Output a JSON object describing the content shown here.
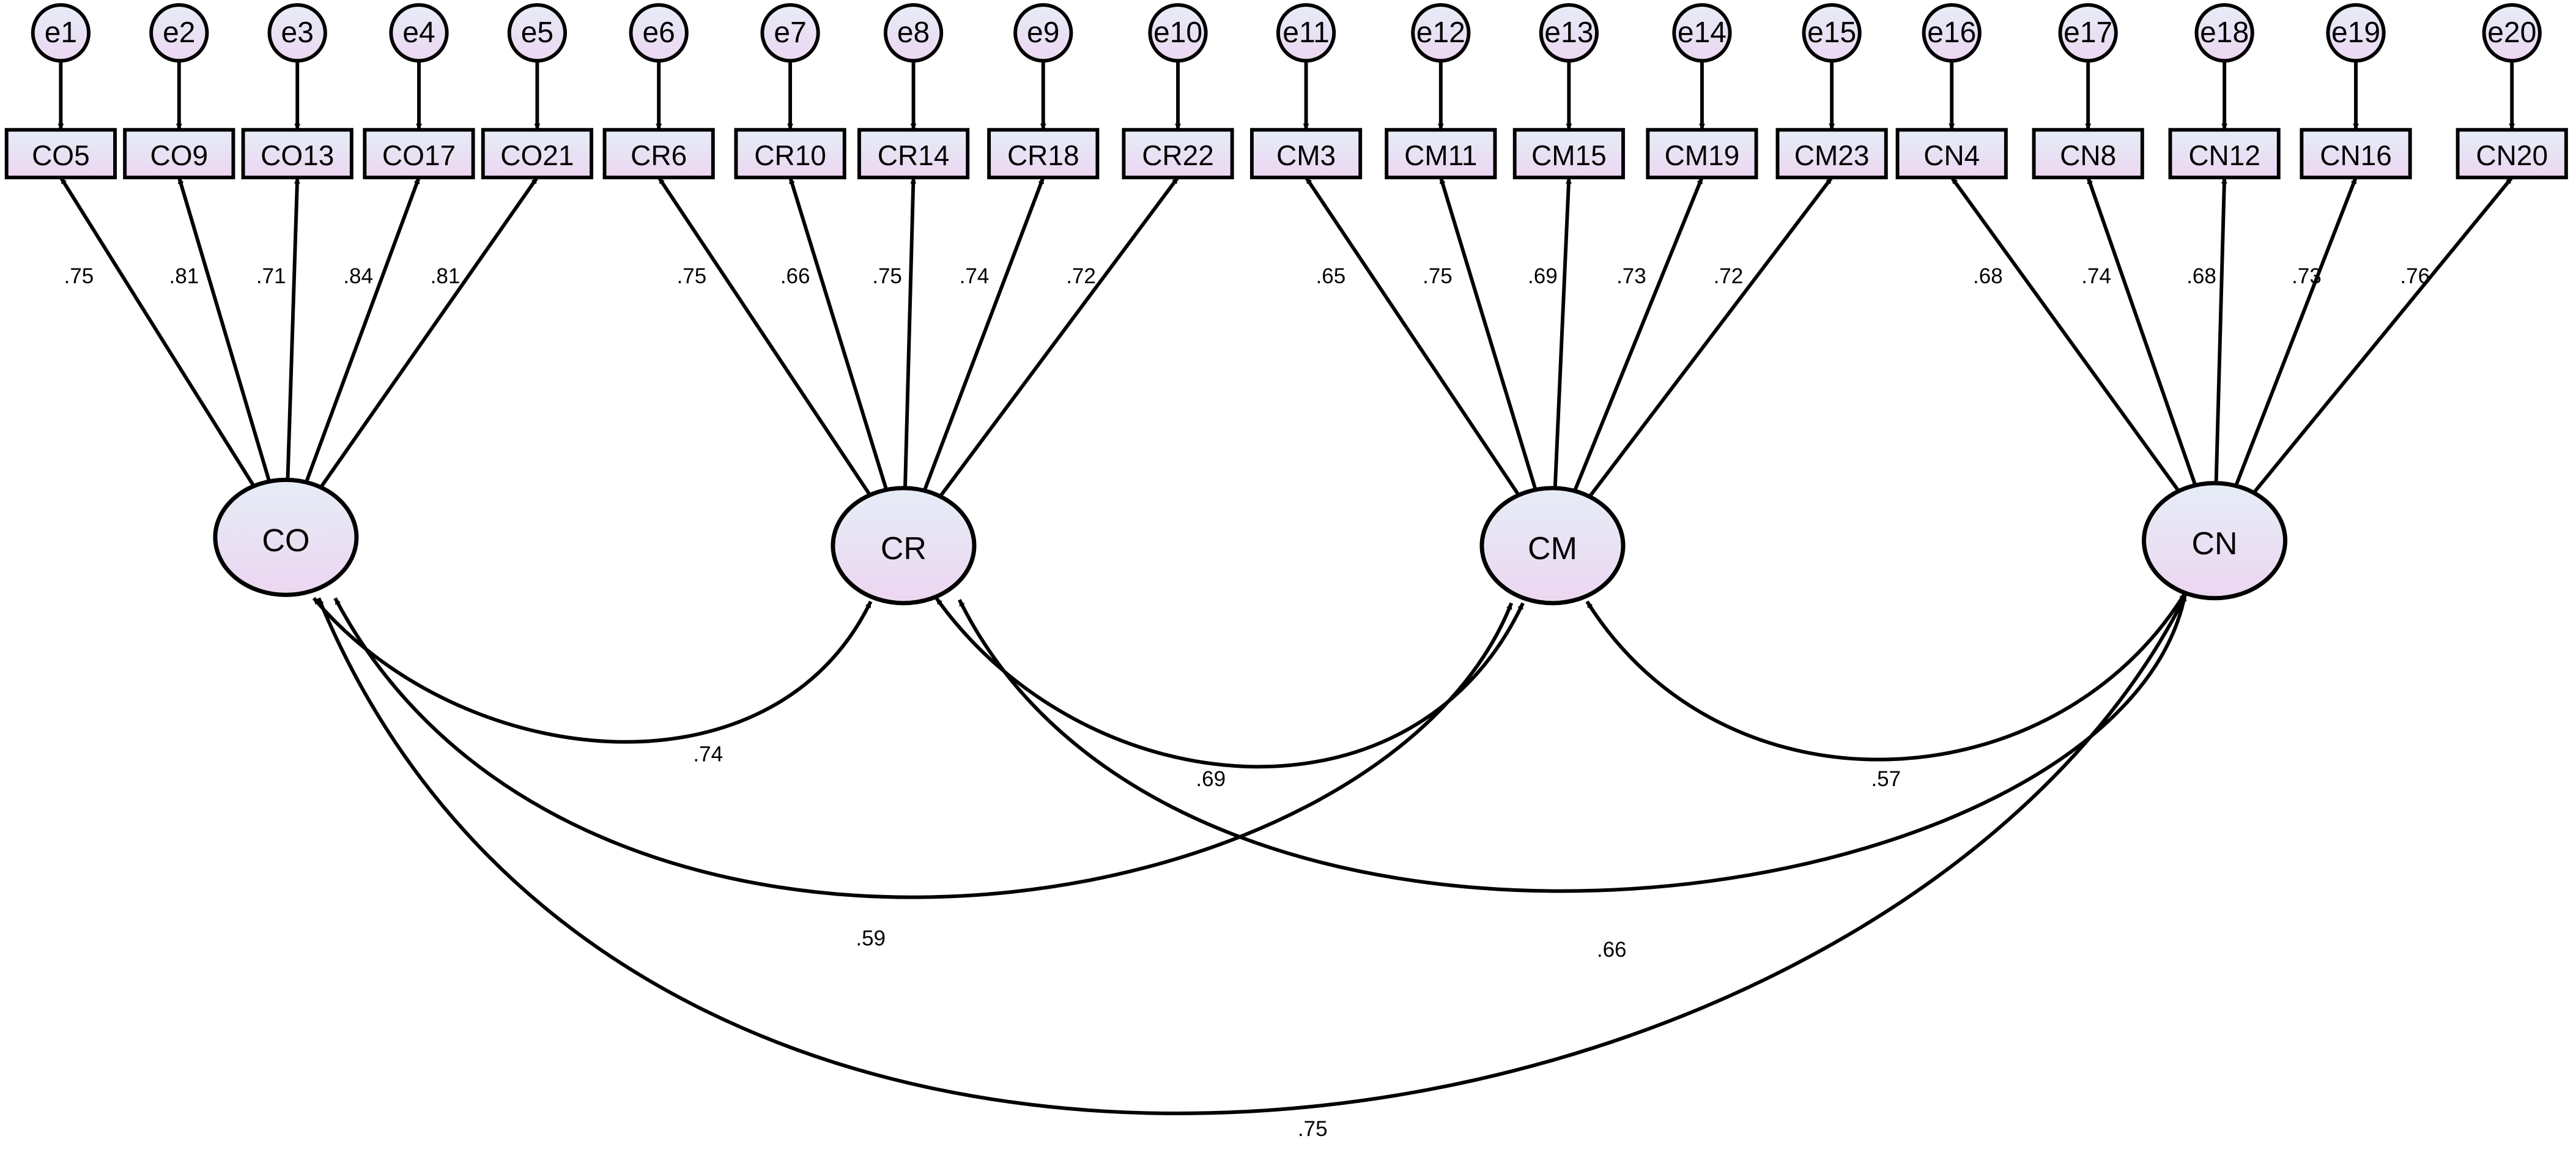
{
  "colors": {
    "node_fill_top": "#e6edf7",
    "node_fill_bottom": "#ecd6f0",
    "stroke": "#000000",
    "background": "#ffffff"
  },
  "errors": [
    "e1",
    "e2",
    "e3",
    "e4",
    "e5",
    "e6",
    "e7",
    "e8",
    "e9",
    "e10",
    "e11",
    "e12",
    "e13",
    "e14",
    "e15",
    "e16",
    "e17",
    "e18",
    "e19",
    "e20"
  ],
  "indicators": [
    "CO5",
    "CO9",
    "CO13",
    "CO17",
    "CO21",
    "CR6",
    "CR10",
    "CR14",
    "CR18",
    "CR22",
    "CM3",
    "CM11",
    "CM15",
    "CM19",
    "CM23",
    "CN4",
    "CN8",
    "CN12",
    "CN16",
    "CN20"
  ],
  "latents": [
    "CO",
    "CR",
    "CM",
    "CN"
  ],
  "loadings": [
    ".75",
    ".81",
    ".71",
    ".84",
    ".81",
    ".75",
    ".66",
    ".75",
    ".74",
    ".72",
    ".65",
    ".75",
    ".69",
    ".73",
    ".72",
    ".68",
    ".74",
    ".68",
    ".73",
    ".76"
  ],
  "correlations": [
    {
      "from": "CO",
      "to": "CR",
      "label": ".74"
    },
    {
      "from": "CR",
      "to": "CM",
      "label": ".69"
    },
    {
      "from": "CM",
      "to": "CN",
      "label": ".57"
    },
    {
      "from": "CO",
      "to": "CM",
      "label": ".59"
    },
    {
      "from": "CR",
      "to": "CN",
      "label": ".66"
    },
    {
      "from": "CO",
      "to": "CN",
      "label": ".75"
    }
  ]
}
